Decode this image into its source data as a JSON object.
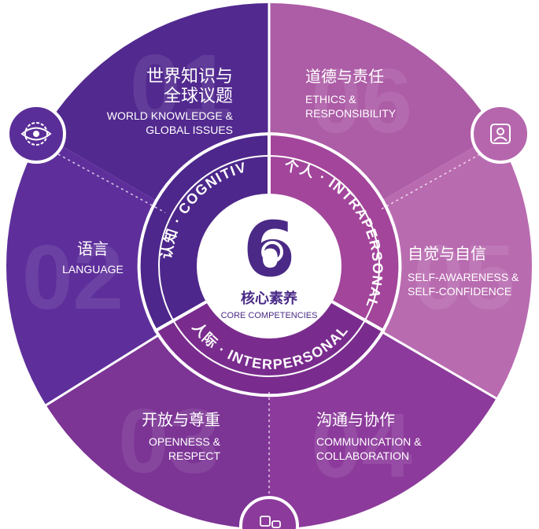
{
  "center": {
    "numeral": "6",
    "title_cn": "核心素养",
    "title_en": "CORE COMPETENCIES"
  },
  "rings": {
    "cognitive": "认知 · COGNITIVE",
    "intrapersonal": "个人 · INTRAPERSONAL",
    "interpersonal": "人际 · INTERPERSONAL"
  },
  "segments": [
    {
      "number": "01",
      "title_cn": [
        "世界知识与",
        "全球议题"
      ],
      "title_en": [
        "WORLD KNOWLEDGE &",
        "GLOBAL ISSUES"
      ]
    },
    {
      "number": "02",
      "title_cn": [
        "语言"
      ],
      "title_en": [
        "LANGUAGE"
      ]
    },
    {
      "number": "03",
      "title_cn": [
        "开放与尊重"
      ],
      "title_en": [
        "OPENNESS &",
        "RESPECT"
      ]
    },
    {
      "number": "04",
      "title_cn": [
        "沟通与协作"
      ],
      "title_en": [
        "COMMUNICATION &",
        "COLLABORATION"
      ]
    },
    {
      "number": "05",
      "title_cn": [
        "自觉与自信"
      ],
      "title_en": [
        "SELF-AWARENESS &",
        "SELF-CONFIDENCE"
      ]
    },
    {
      "number": "06",
      "title_cn": [
        "道德与责任"
      ],
      "title_en": [
        "ETHICS &",
        "RESPONSIBILITY"
      ]
    }
  ],
  "icons": [
    "eye-gear-icon",
    "person-portrait-icon",
    "people-chat-icon"
  ],
  "colors": {
    "cognitive_dark": "#4e2a8c",
    "cognitive_mid": "#5b2f98",
    "intra_light": "#b867ad",
    "intra_mid": "#a74f9e",
    "inter": "#7e2a8c",
    "numeral": "#4a2a86"
  }
}
